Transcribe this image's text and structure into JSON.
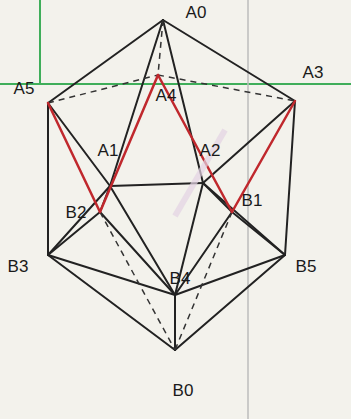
{
  "diagram": {
    "labels": [
      "A0",
      "A5",
      "A4",
      "A3",
      "A1",
      "A2",
      "B2",
      "B1",
      "B4",
      "B3",
      "B5",
      "B0"
    ]
  }
}
